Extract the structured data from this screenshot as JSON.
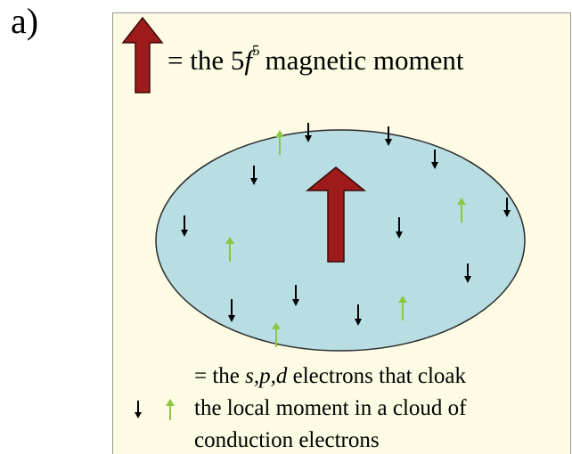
{
  "panel_label": "a)",
  "legend_top": {
    "prefix": "= the 5",
    "italic": "f",
    "superscript": "5",
    "suffix": "magnetic moment"
  },
  "legend_bottom": {
    "line1_prefix": "= the ",
    "line1_italic": "s,p,d",
    "line1_suffix": " electrons that cloak",
    "line2": "the local moment in a cloud of",
    "line3": "conduction electrons"
  },
  "colors": {
    "panel_bg": "#fdfbe3",
    "panel_border": "#9a9a9a",
    "cloud_fill": "#b8dde3",
    "cloud_stroke": "#2a2a2a",
    "big_arrow": "#9e1b1b",
    "big_arrow_stroke": "#3a0a0a",
    "spin_down": "#000000",
    "spin_up": "#8ec63f"
  }
}
